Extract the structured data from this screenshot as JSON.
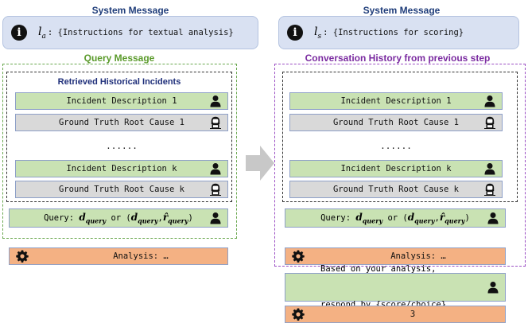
{
  "left": {
    "system_title": "System Message",
    "system_symbol": "l",
    "system_symbol_sub": "a",
    "system_text": ": {Instructions for textual analysis}",
    "query_title": "Query Message",
    "retrieved_title": "Retrieved Historical Incidents",
    "incident_1": "Incident Description 1",
    "root_cause_1": "Ground Truth Root Cause 1",
    "ellipsis": "......",
    "incident_k": "Incident Description k",
    "root_cause_k": "Ground Truth Root Cause k",
    "query_prefix": "Query: ",
    "query_var": "d",
    "query_sub": "query",
    "query_or": " or (",
    "query_var2": "d",
    "query_sub2": "query",
    "query_comma": ",",
    "query_var3": "r̂",
    "query_sub3": "query",
    "query_close": ")",
    "analysis": "Analysis: …"
  },
  "right": {
    "system_title": "System Message",
    "system_symbol": "l",
    "system_symbol_sub": "s",
    "system_text": ": {Instructions for scoring}",
    "history_title": "Conversation History from previous step",
    "incident_1": "Incident Description 1",
    "root_cause_1": "Ground Truth Root Cause 1",
    "ellipsis": "......",
    "incident_k": "Incident Description k",
    "root_cause_k": "Ground Truth Root Cause k",
    "query_prefix": "Query: ",
    "query_var": "d",
    "query_sub": "query",
    "query_or": " or (",
    "query_var2": "d",
    "query_sub2": "query",
    "query_comma": ",",
    "query_var3": "r̂",
    "query_sub3": "query",
    "query_close": ")",
    "analysis": "Analysis: …",
    "prompt_line1": "Based on your analysis,",
    "prompt_line2": "respond by {score/choice}",
    "result": "3"
  },
  "icons": [
    "info-icon",
    "person-icon",
    "hacker-icon",
    "gear-icon",
    "arrow-right-icon"
  ],
  "colors": {
    "system_bg": "#d9e1f2",
    "incident_bg": "#c9e2b3",
    "root_cause_bg": "#d9d9d9",
    "analysis_bg": "#f4b183",
    "query_border": "#6aa84f",
    "history_border": "#9b4fc4"
  }
}
